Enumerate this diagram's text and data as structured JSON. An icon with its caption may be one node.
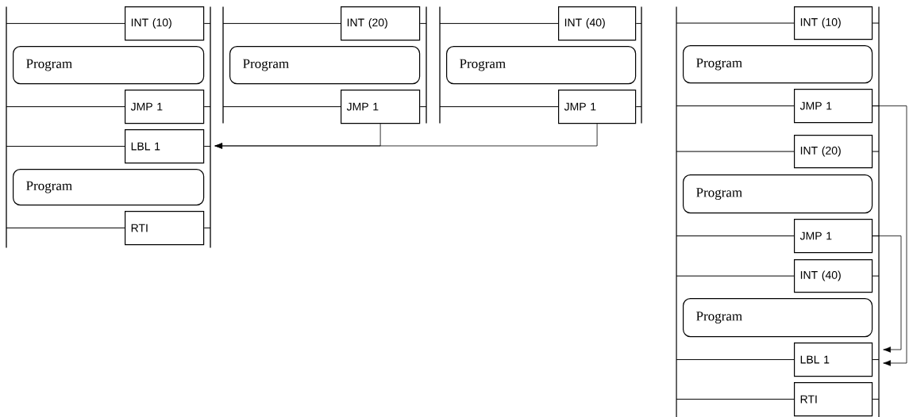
{
  "diagram": {
    "nodes": [
      {
        "text": [
          "INT (10)"
        ]
      },
      {
        "text": [
          "Program"
        ]
      },
      {
        "text": [
          "JMP 1"
        ]
      },
      {
        "text": [
          "LBL 1"
        ]
      },
      {
        "text": [
          "Program"
        ]
      },
      {
        "text": [
          "RTI"
        ]
      },
      {
        "text": [
          "INT (20)"
        ]
      },
      {
        "text": [
          "Program"
        ]
      },
      {
        "text": [
          "JMP 1"
        ]
      },
      {
        "text": [
          "INT (40)"
        ]
      },
      {
        "text": [
          "Program"
        ]
      },
      {
        "text": [
          "JMP 1"
        ]
      },
      {
        "text": [
          "INT (10)"
        ]
      },
      {
        "text": [
          "Program"
        ]
      },
      {
        "text": [
          "JMP 1"
        ]
      },
      {
        "text": [
          "INT (20)"
        ]
      },
      {
        "text": [
          "Program"
        ]
      },
      {
        "text": [
          "JMP 1"
        ]
      },
      {
        "text": [
          "INT (40)"
        ]
      },
      {
        "text": [
          "Program"
        ]
      },
      {
        "text": [
          "LBL 1"
        ]
      },
      {
        "text": [
          "RTI"
        ]
      },
      {
        "text": [],
        "shape": "bar"
      },
      {
        "text": [],
        "shape": "bar"
      },
      {
        "text": [],
        "shape": "bar"
      },
      {
        "text": [],
        "shape": "bar"
      },
      {
        "text": [],
        "shape": "bar"
      },
      {
        "text": [],
        "shape": "bar"
      },
      {
        "text": [],
        "shape": "bar"
      },
      {
        "text": [],
        "shape": "bar"
      }
    ],
    "edges": [
      {
        "from": 8,
        "to": 23,
        "arrow": "to"
      },
      {
        "from": 11,
        "to": 23,
        "arrow": "to"
      },
      {
        "from": 14,
        "to": 29,
        "arrow": "to"
      },
      {
        "from": 17,
        "to": 29,
        "arrow": "to"
      },
      {
        "from": 22,
        "to": 0,
        "arrow": "none"
      },
      {
        "from": 0,
        "to": 23,
        "arrow": "none"
      },
      {
        "from": 22,
        "to": 2,
        "arrow": "none"
      },
      {
        "from": 2,
        "to": 23,
        "arrow": "none"
      },
      {
        "from": 22,
        "to": 3,
        "arrow": "none"
      },
      {
        "from": 3,
        "to": 23,
        "arrow": "none"
      },
      {
        "from": 22,
        "to": 5,
        "arrow": "none"
      },
      {
        "from": 5,
        "to": 23,
        "arrow": "none"
      },
      {
        "from": 24,
        "to": 6,
        "arrow": "none"
      },
      {
        "from": 6,
        "to": 25,
        "arrow": "none"
      },
      {
        "from": 24,
        "to": 8,
        "arrow": "none"
      },
      {
        "from": 8,
        "to": 25,
        "arrow": "none"
      },
      {
        "from": 26,
        "to": 9,
        "arrow": "none"
      },
      {
        "from": 9,
        "to": 27,
        "arrow": "none"
      },
      {
        "from": 26,
        "to": 11,
        "arrow": "none"
      },
      {
        "from": 11,
        "to": 27,
        "arrow": "none"
      },
      {
        "from": 28,
        "to": 12,
        "arrow": "none"
      },
      {
        "from": 12,
        "to": 29,
        "arrow": "none"
      },
      {
        "from": 28,
        "to": 14,
        "arrow": "none"
      },
      {
        "from": 14,
        "to": 29,
        "arrow": "none"
      },
      {
        "from": 28,
        "to": 15,
        "arrow": "none"
      },
      {
        "from": 15,
        "to": 29,
        "arrow": "none"
      },
      {
        "from": 28,
        "to": 17,
        "arrow": "none"
      },
      {
        "from": 17,
        "to": 29,
        "arrow": "none"
      },
      {
        "from": 28,
        "to": 18,
        "arrow": "none"
      },
      {
        "from": 18,
        "to": 29,
        "arrow": "none"
      },
      {
        "from": 28,
        "to": 20,
        "arrow": "none"
      },
      {
        "from": 20,
        "to": 29,
        "arrow": "none"
      },
      {
        "from": 28,
        "to": 21,
        "arrow": "none"
      },
      {
        "from": 21,
        "to": 29,
        "arrow": "none"
      }
    ]
  }
}
